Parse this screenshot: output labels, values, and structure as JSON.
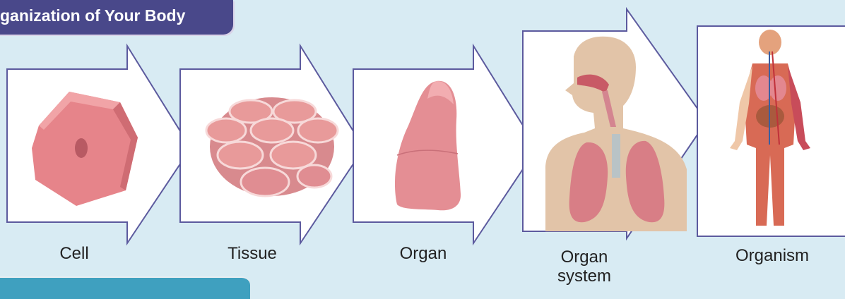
{
  "header": {
    "title": "ganization of Your Body"
  },
  "stages": [
    {
      "label": "Cell"
    },
    {
      "label": "Tissue"
    },
    {
      "label": "Organ"
    },
    {
      "label": "Organ\nsystem"
    },
    {
      "label": "Organism"
    }
  ],
  "colors": {
    "banner": "#49488a",
    "arrow_border": "#5c5a9e",
    "background": "#d8ebf3",
    "tissue_pink": "#e89a9a",
    "bottom_bar": "#3fa0bf"
  }
}
